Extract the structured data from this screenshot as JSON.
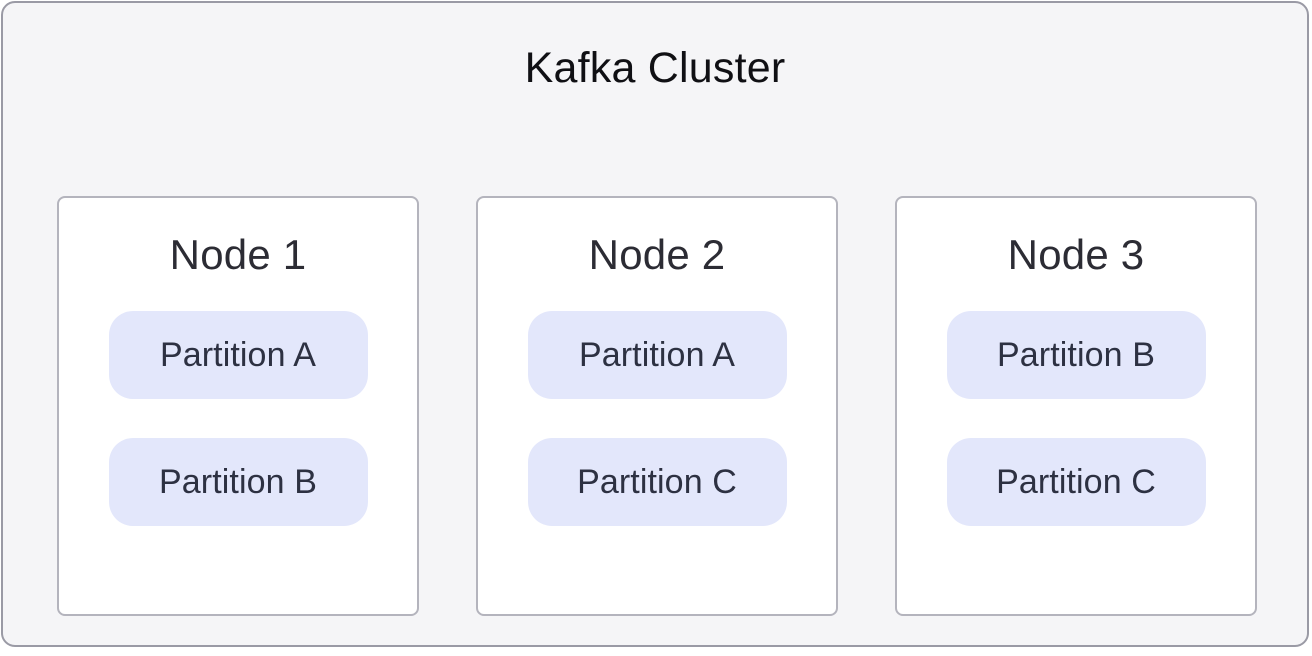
{
  "diagram": {
    "title": "Kafka Cluster",
    "type": "kafka-cluster-partition-layout",
    "colors": {
      "container_background": "#f5f5f7",
      "container_border": "#9a9aa5",
      "node_background": "#ffffff",
      "node_border": "#b4b4bd",
      "partition_background": "#e3e7fb",
      "partition_text": "#2d3142",
      "title_text": "#101014",
      "node_title_text": "#2c2c34"
    },
    "nodes": [
      {
        "label": "Node 1",
        "partitions": [
          {
            "label": "Partition A"
          },
          {
            "label": "Partition B"
          }
        ]
      },
      {
        "label": "Node 2",
        "partitions": [
          {
            "label": "Partition A"
          },
          {
            "label": "Partition C"
          }
        ]
      },
      {
        "label": "Node 3",
        "partitions": [
          {
            "label": "Partition B"
          },
          {
            "label": "Partition C"
          }
        ]
      }
    ]
  }
}
